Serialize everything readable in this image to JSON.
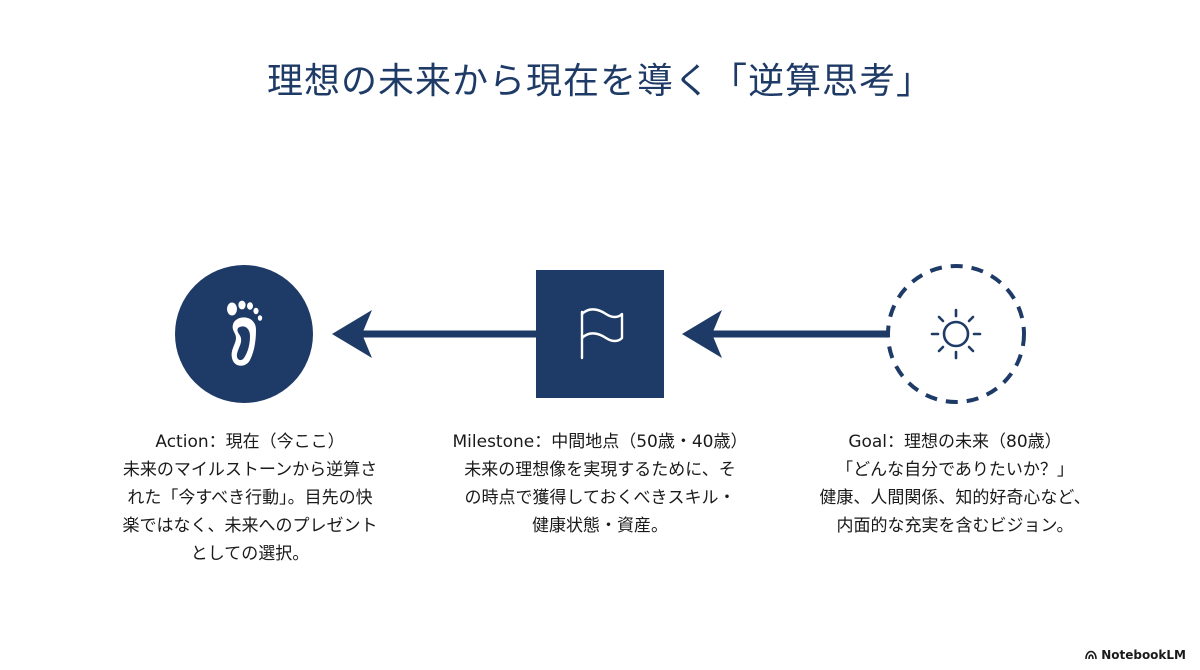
{
  "title": "理想の未来から現在を導く「逆算思考」",
  "nodes": [
    {
      "id": "action",
      "icon": "footprint-icon",
      "heading": "Action：現在（今ここ）",
      "lines": [
        "未来のマイルストーンから逆算さ",
        "れた「今すべき行動」。目先の快",
        "楽ではなく、未来へのプレゼント",
        "としての選択。"
      ]
    },
    {
      "id": "milestone",
      "icon": "flag-icon",
      "heading": "Milestone：中間地点（50歳・40歳）",
      "lines": [
        "未来の理想像を実現するために、そ",
        "の時点で獲得しておくべきスキル・",
        "健康状態・資産。"
      ]
    },
    {
      "id": "goal",
      "icon": "sun-icon",
      "heading": "Goal：理想の未来（80歳）",
      "lines": [
        "「どんな自分でありたいか？」",
        "健康、人間関係、知的好奇心など、",
        "内面的な充実を含むビジョン。"
      ]
    }
  ],
  "brand": "NotebookLM",
  "colors": {
    "navy": "#1e3a66",
    "white": "#ffffff"
  }
}
